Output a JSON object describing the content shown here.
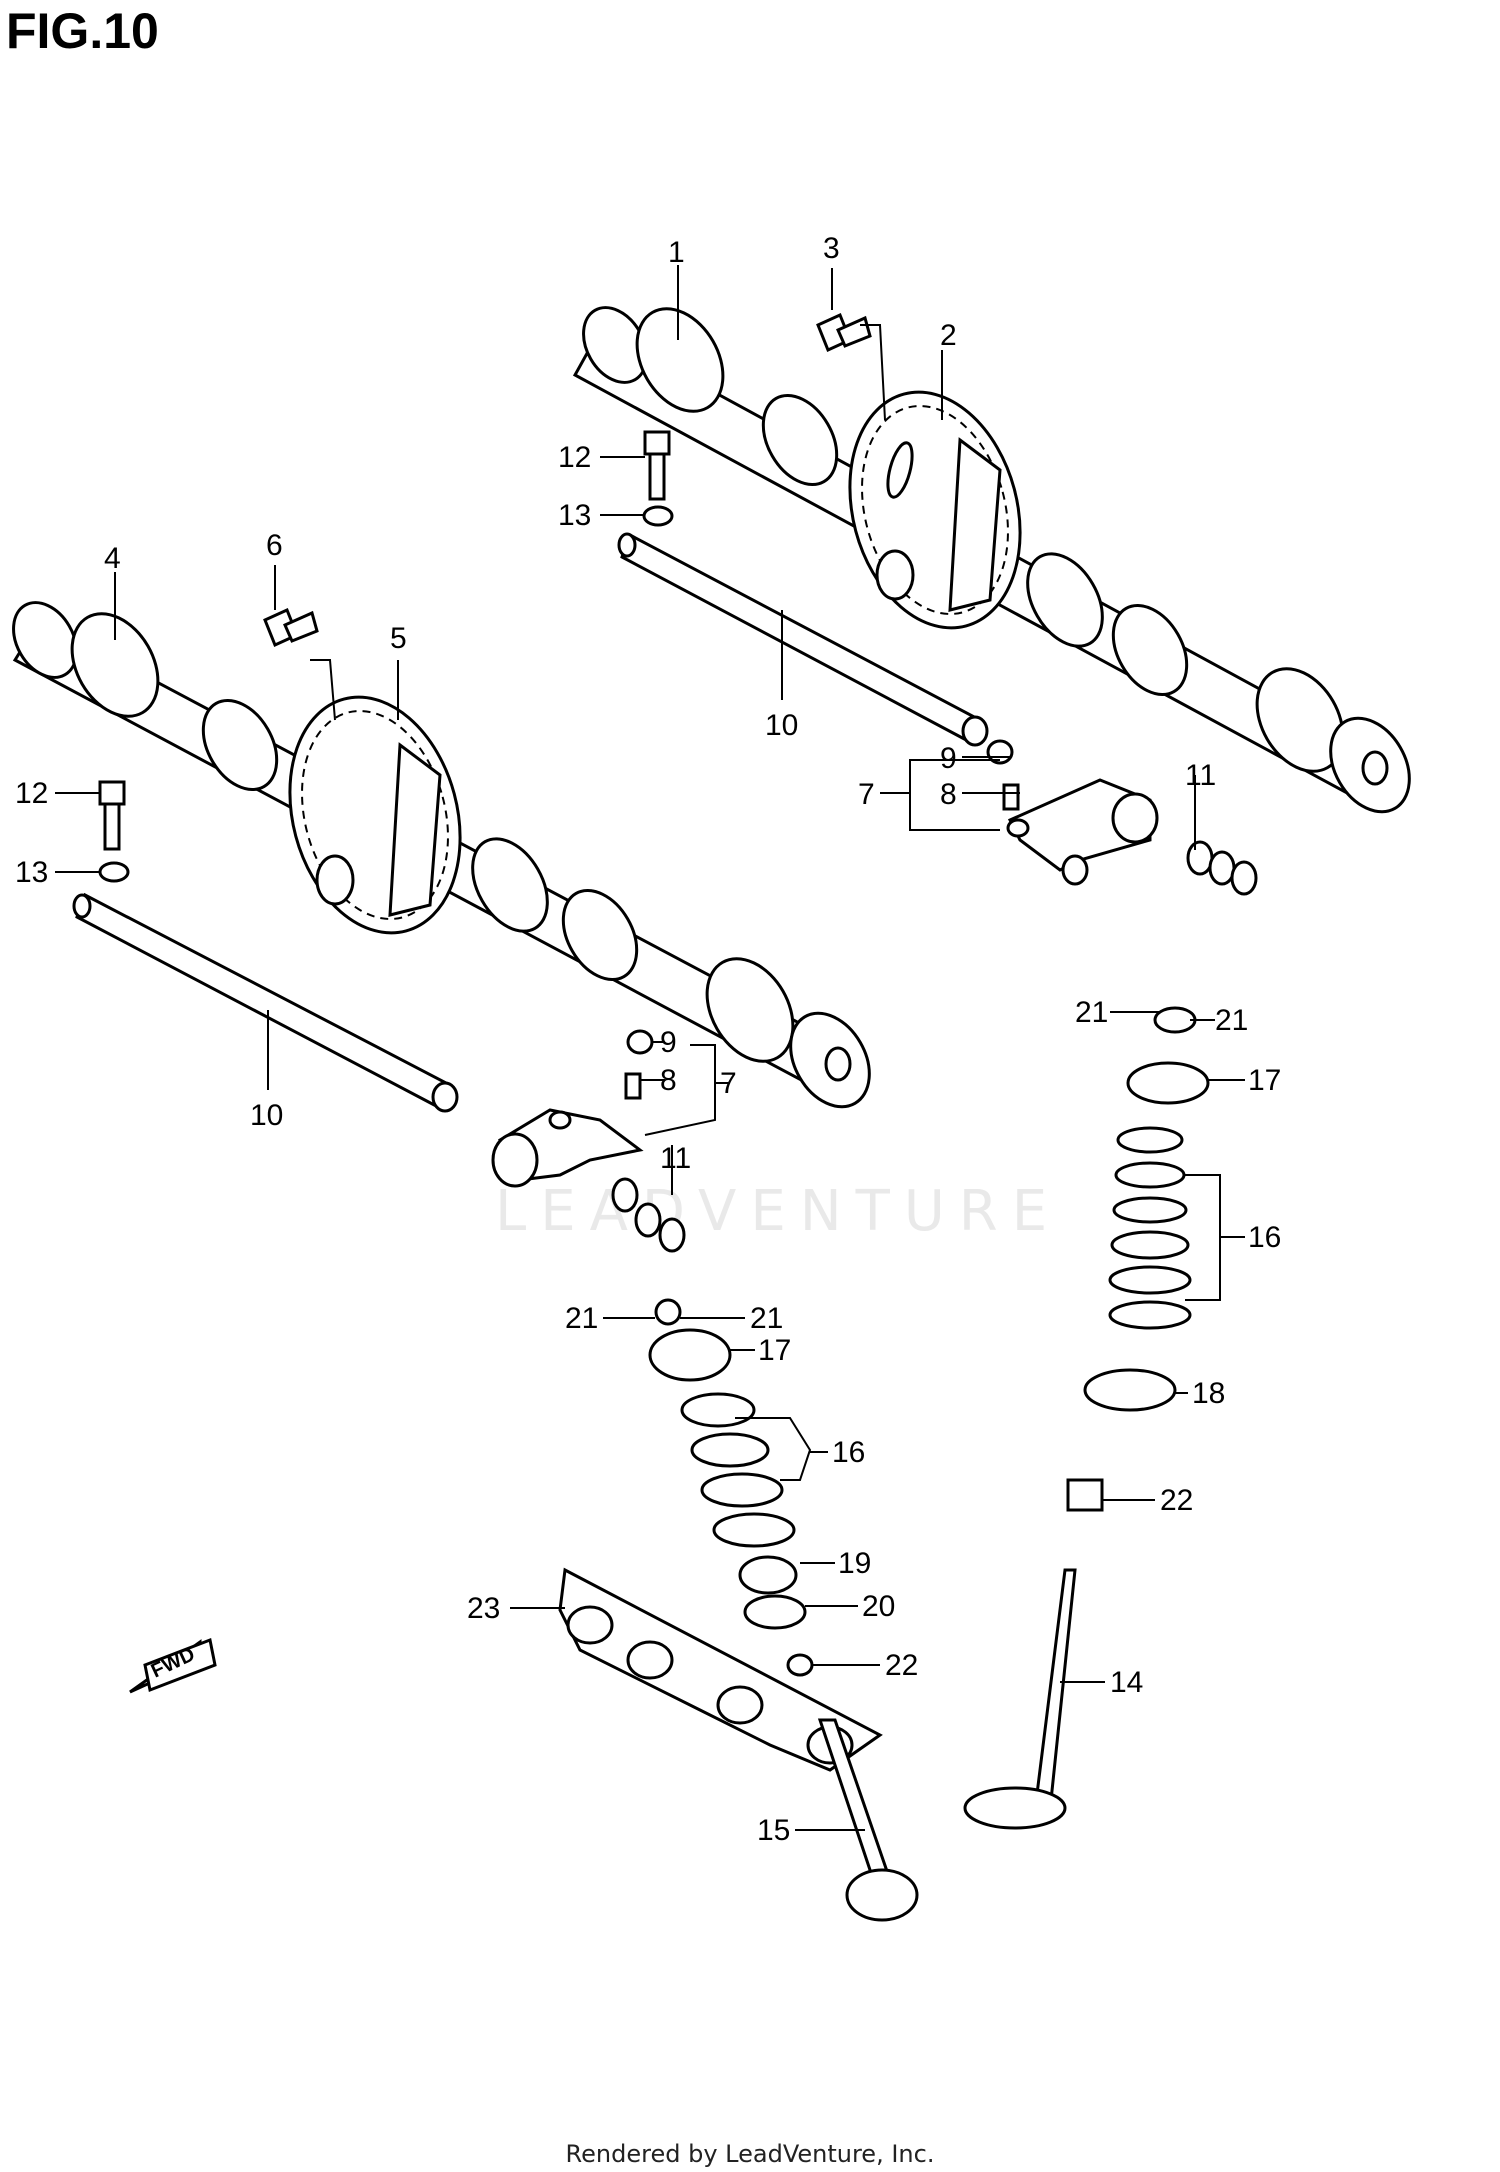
{
  "figure": {
    "title": "FIG.10"
  },
  "watermark": {
    "text": "LEADVENTURE"
  },
  "fwd_label": "FWD",
  "footer": "Rendered by LeadVenture, Inc.",
  "callouts": [
    {
      "id": "c1",
      "text": "1"
    },
    {
      "id": "c2",
      "text": "2"
    },
    {
      "id": "c3",
      "text": "3"
    },
    {
      "id": "c4",
      "text": "4"
    },
    {
      "id": "c5",
      "text": "5"
    },
    {
      "id": "c6",
      "text": "6"
    },
    {
      "id": "c12a",
      "text": "12"
    },
    {
      "id": "c13a",
      "text": "13"
    },
    {
      "id": "c10a",
      "text": "10"
    },
    {
      "id": "c9a",
      "text": "9"
    },
    {
      "id": "c8a",
      "text": "8"
    },
    {
      "id": "c7a",
      "text": "7"
    },
    {
      "id": "c11a",
      "text": "11"
    },
    {
      "id": "c12b",
      "text": "12"
    },
    {
      "id": "c13b",
      "text": "13"
    },
    {
      "id": "c10b",
      "text": "10"
    },
    {
      "id": "c9b",
      "text": "9"
    },
    {
      "id": "c8b",
      "text": "8"
    },
    {
      "id": "c7b",
      "text": "7"
    },
    {
      "id": "c11b",
      "text": "11"
    },
    {
      "id": "c21a",
      "text": "21"
    },
    {
      "id": "c21b",
      "text": "21"
    },
    {
      "id": "c17a",
      "text": "17"
    },
    {
      "id": "c16a",
      "text": "16"
    },
    {
      "id": "c18",
      "text": "18"
    },
    {
      "id": "c22a",
      "text": "22"
    },
    {
      "id": "c14",
      "text": "14"
    },
    {
      "id": "c21c",
      "text": "21"
    },
    {
      "id": "c21d",
      "text": "21"
    },
    {
      "id": "c17b",
      "text": "17"
    },
    {
      "id": "c16b",
      "text": "16"
    },
    {
      "id": "c19",
      "text": "19"
    },
    {
      "id": "c20",
      "text": "20"
    },
    {
      "id": "c22b",
      "text": "22"
    },
    {
      "id": "c23",
      "text": "23"
    },
    {
      "id": "c15",
      "text": "15"
    }
  ]
}
